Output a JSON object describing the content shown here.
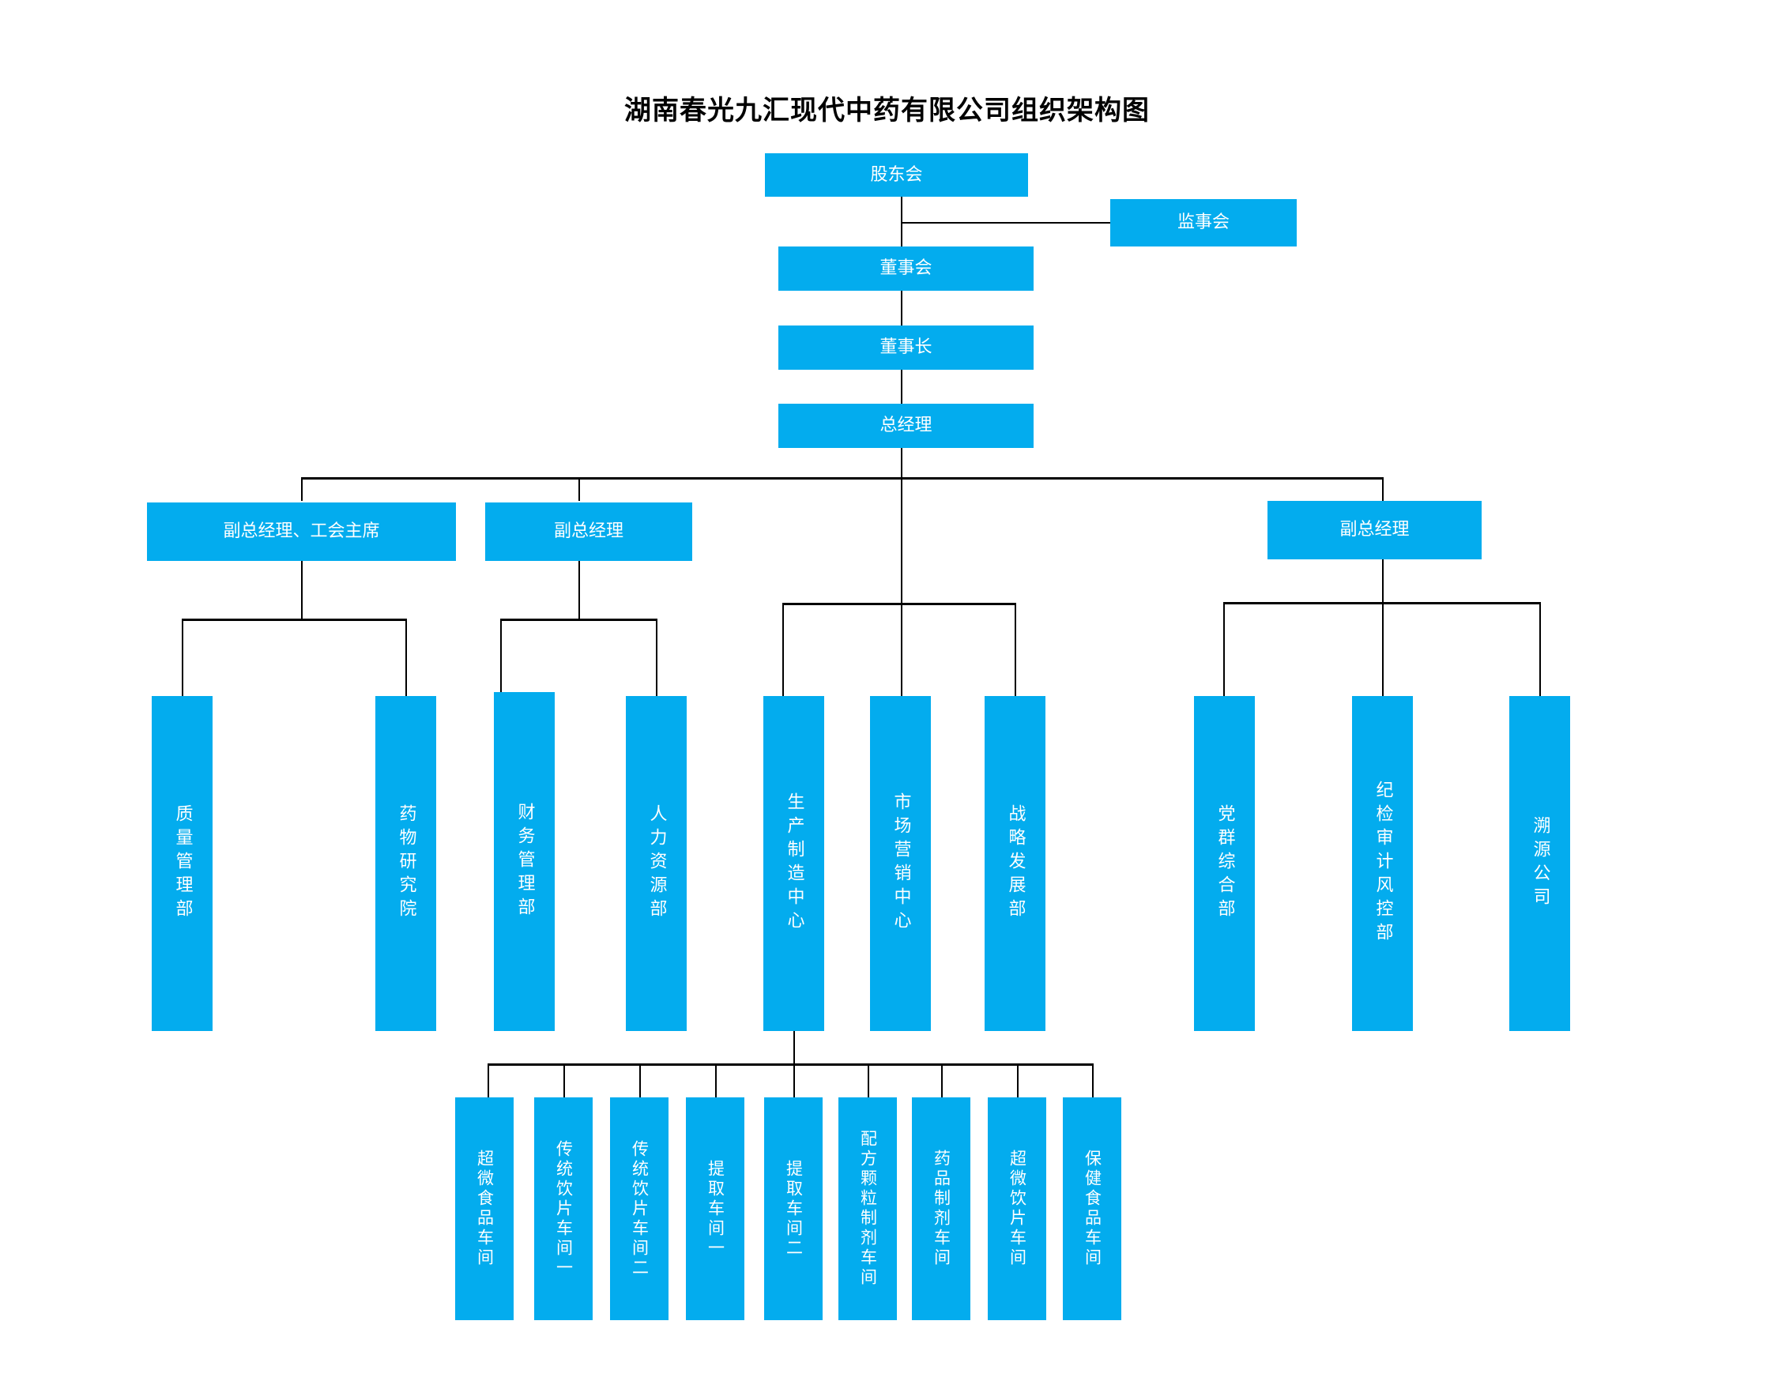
{
  "chart_title": "湖南春光九汇现代中药有限公司组织架构图",
  "accent_color": "#03ACEE",
  "line_color": "#000000",
  "text_color": "#FFFFFF",
  "org_chart": {
    "type": "org-chart",
    "title": "湖南春光九汇现代中药有限公司组织架构图",
    "levels": [
      {
        "name": "governance",
        "nodes": [
          "股东会",
          "监事会",
          "董事会",
          "董事长",
          "总经理"
        ]
      },
      {
        "name": "vice-presidents",
        "nodes": [
          "副总经理、工会主席",
          "副总经理",
          "副总经理"
        ]
      },
      {
        "name": "departments",
        "nodes": [
          "质量管理部",
          "药物研究院",
          "财务管理部",
          "人力资源部",
          "生产制造中心",
          "市场营销中心",
          "战略发展部",
          "党群综合部",
          "纪检审计风控部",
          "溯源公司"
        ]
      },
      {
        "name": "workshops",
        "nodes": [
          "超微食品车间",
          "传统饮片车间一",
          "传统饮片车间二",
          "提取车间一",
          "提取车间二",
          "配方颗粒制剂车间",
          "药品制剂车间",
          "超微饮片车间",
          "保健食品车间"
        ]
      }
    ],
    "edges": [
      [
        "股东会",
        "监事会"
      ],
      [
        "股东会",
        "董事会"
      ],
      [
        "董事会",
        "董事长"
      ],
      [
        "董事长",
        "总经理"
      ],
      [
        "总经理",
        "副总经理、工会主席"
      ],
      [
        "总经理",
        "副总经理"
      ],
      [
        "总经理",
        "生产制造中心"
      ],
      [
        "总经理",
        "市场营销中心"
      ],
      [
        "总经理",
        "战略发展部"
      ],
      [
        "副总经理、工会主席",
        "质量管理部"
      ],
      [
        "副总经理、工会主席",
        "药物研究院"
      ],
      [
        "副总经理",
        "财务管理部"
      ],
      [
        "副总经理",
        "人力资源部"
      ],
      [
        "副总经理",
        "党群综合部"
      ],
      [
        "副总经理",
        "纪检审计风控部"
      ],
      [
        "副总经理",
        "溯源公司"
      ],
      [
        "生产制造中心",
        "超微食品车间"
      ],
      [
        "生产制造中心",
        "传统饮片车间一"
      ],
      [
        "生产制造中心",
        "传统饮片车间二"
      ],
      [
        "生产制造中心",
        "提取车间一"
      ],
      [
        "生产制造中心",
        "提取车间二"
      ],
      [
        "生产制造中心",
        "配方颗粒制剂车间"
      ],
      [
        "生产制造中心",
        "药品制剂车间"
      ],
      [
        "生产制造中心",
        "超微饮片车间"
      ],
      [
        "生产制造中心",
        "保健食品车间"
      ]
    ]
  },
  "nodes": {
    "shareholders": "股东会",
    "supervisors": "监事会",
    "board": "董事会",
    "chairman": "董事长",
    "gm": "总经理",
    "vp_union": "副总经理、工会主席",
    "vp_mid": "副总经理",
    "vp_right": "副总经理"
  },
  "departments": [
    {
      "label": "质量管理部"
    },
    {
      "label": "药物研究院"
    },
    {
      "label": "财务管理部"
    },
    {
      "label": "人力资源部"
    },
    {
      "label": "生产制造中心"
    },
    {
      "label": "市场营销中心"
    },
    {
      "label": "战略发展部"
    },
    {
      "label": "党群综合部"
    },
    {
      "label": "纪检审计风控部"
    },
    {
      "label": "溯源公司"
    }
  ],
  "workshops": [
    {
      "label": "超微食品车间"
    },
    {
      "label": "传统饮片车间一"
    },
    {
      "label": "传统饮片车间二"
    },
    {
      "label": "提取车间一"
    },
    {
      "label": "提取车间二"
    },
    {
      "label": "配方颗粒制剂车间"
    },
    {
      "label": "药品制剂车间"
    },
    {
      "label": "超微饮片车间"
    },
    {
      "label": "保健食品车间"
    }
  ]
}
